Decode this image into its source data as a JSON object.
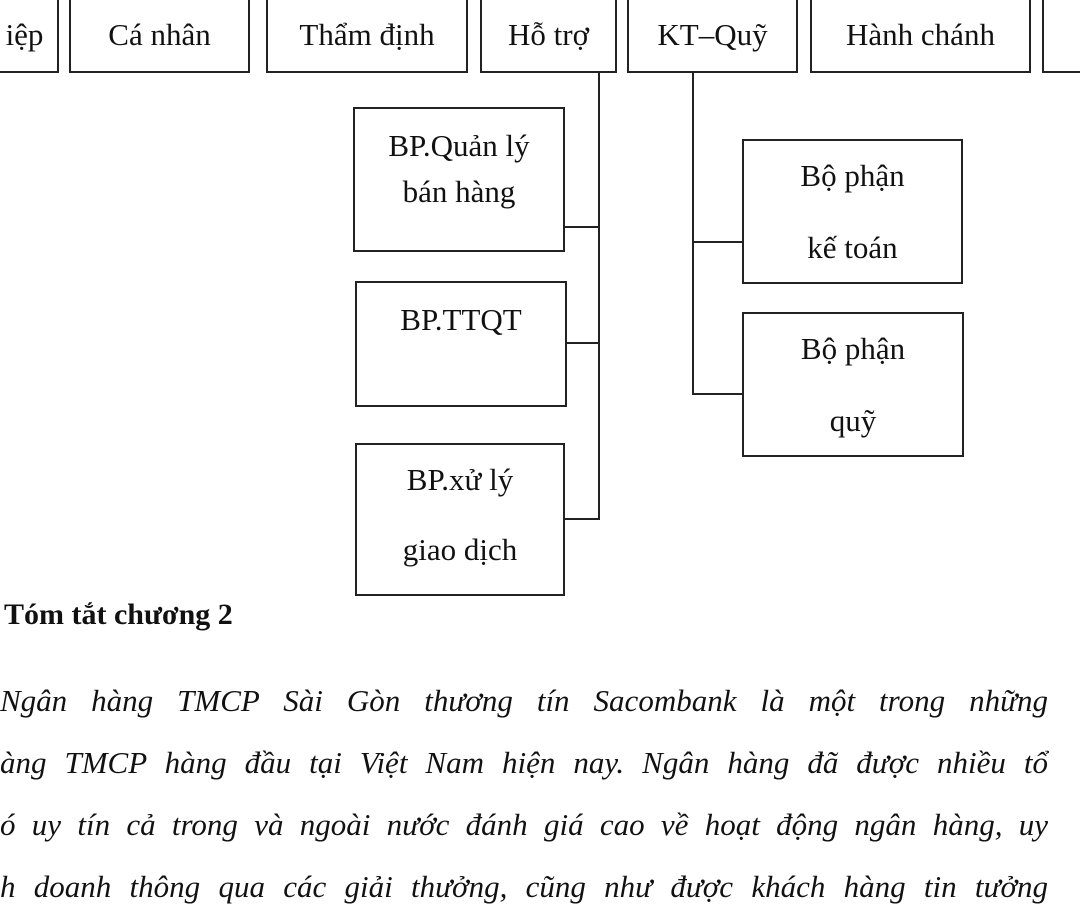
{
  "top_row": {
    "partial_left": "iệp",
    "ca_nhan": "Cá nhân",
    "tham_dinh": "Thẩm định",
    "ho_tro": "Hỗ trợ",
    "kt_quy": "KT–Quỹ",
    "hanh_chanh": "Hành chánh"
  },
  "ho_tro_units": [
    {
      "line1": "BP.Quản lý",
      "line2": "bán hàng"
    },
    {
      "line1": "BP.TTQT",
      "line2": ""
    },
    {
      "line1": "BP.xử lý",
      "line2": "giao dịch"
    }
  ],
  "kt_quy_units": [
    {
      "line1": "Bộ phận",
      "line2": "kế toán"
    },
    {
      "line1": "Bộ phận",
      "line2": "quỹ"
    }
  ],
  "summary": {
    "heading": "Tóm tắt chương 2",
    "lines": [
      "Ngân hàng TMCP Sài Gòn thương tín Sacombank là một trong những",
      "àng TMCP hàng đầu tại Việt Nam hiện nay. Ngân hàng đã được nhiều tổ",
      "ó uy tín cả trong và ngoài nước đánh giá cao về hoạt động ngân hàng, uy",
      "h doanh thông qua các giải thưởng, cũng như được khách hàng tin tưởng"
    ]
  }
}
